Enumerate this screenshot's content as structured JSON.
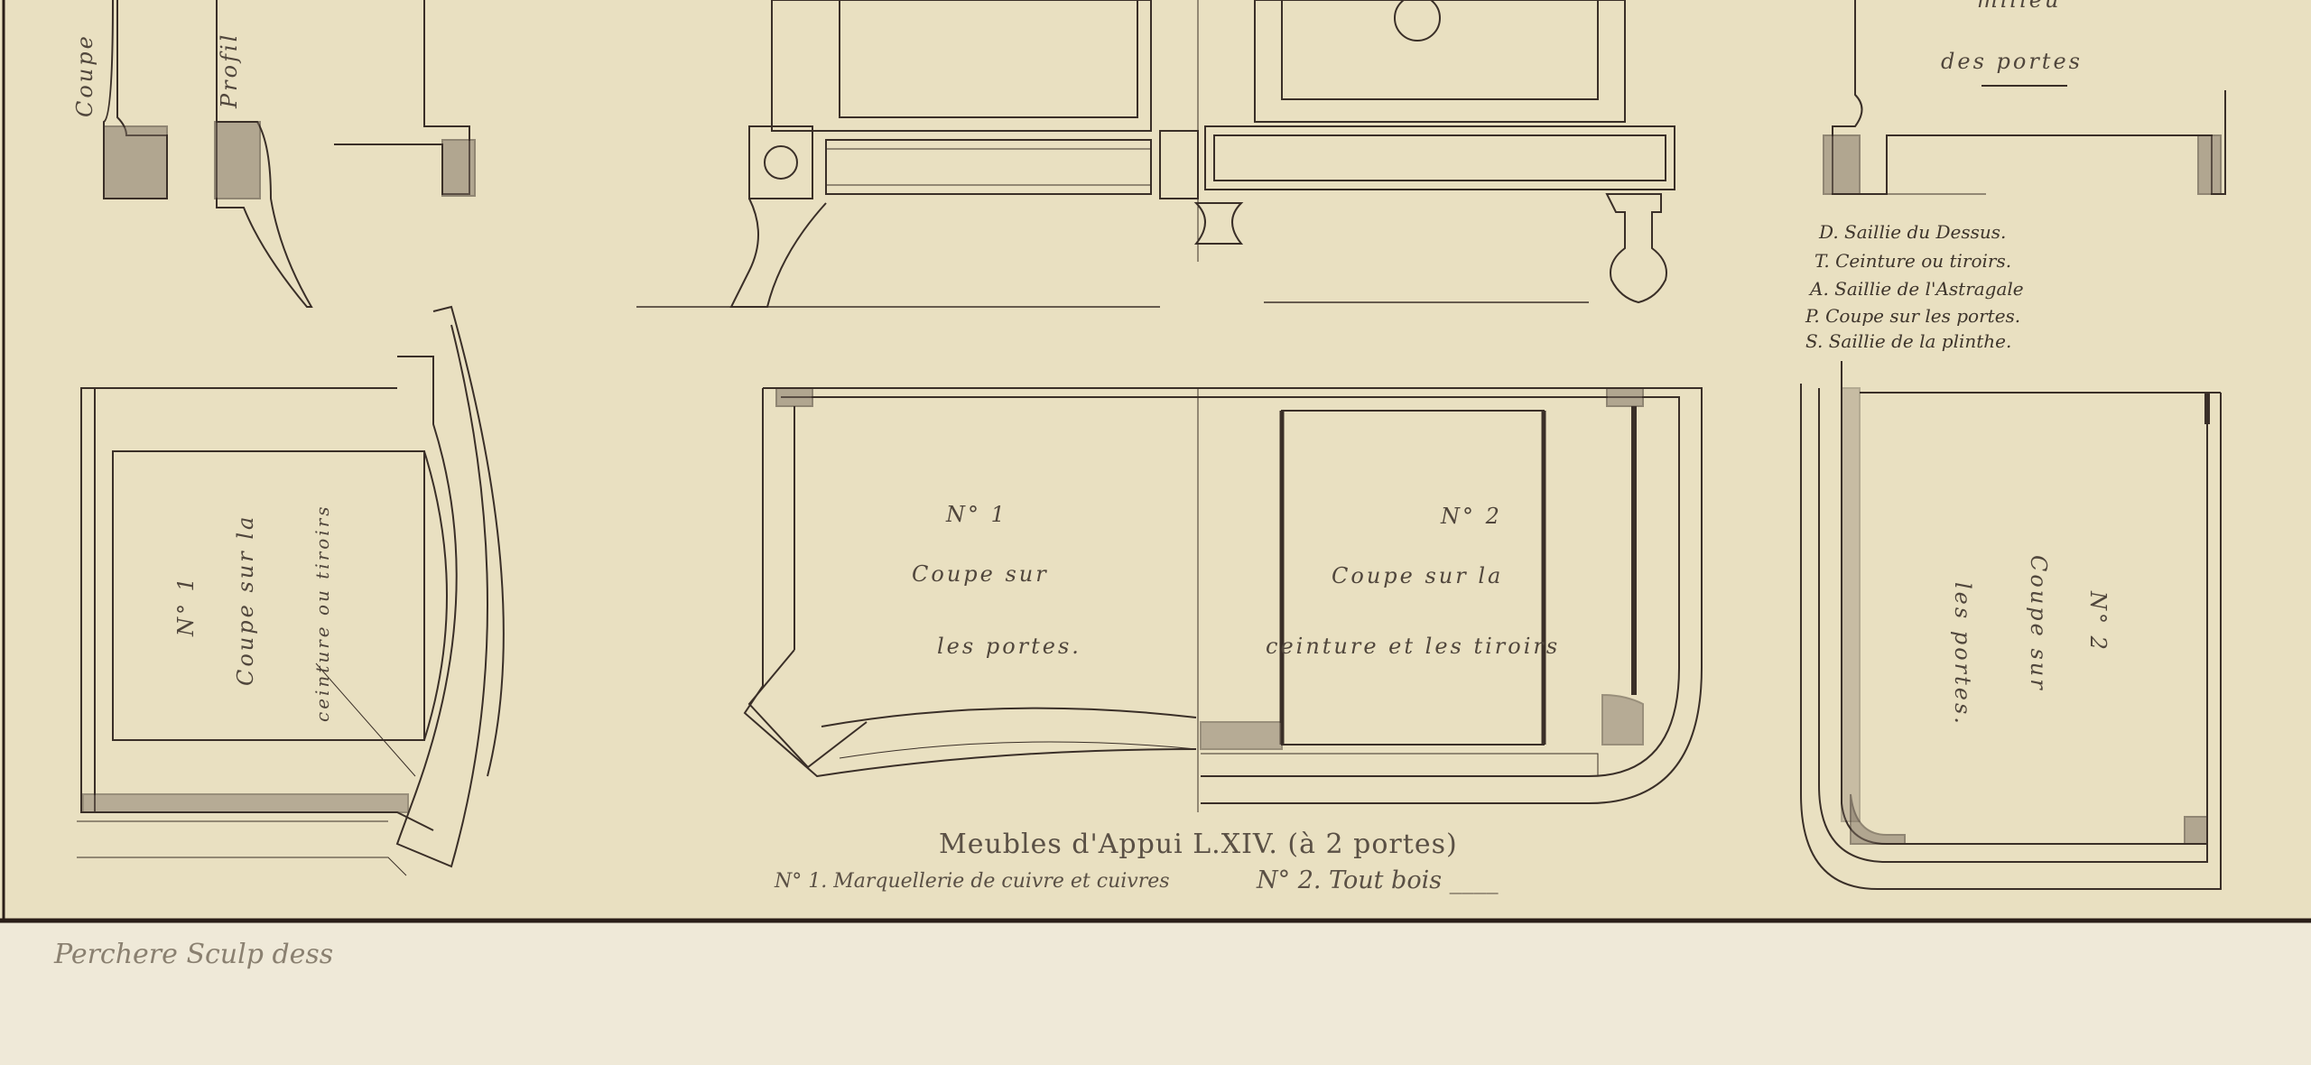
{
  "top_labels": {
    "coupe": "Coupe",
    "profil": "Profil",
    "milieu": "milieu",
    "des_portes": "des portes"
  },
  "legend": [
    "D. Saillie du Dessus.",
    "T. Ceinture ou tiroirs.",
    "A. Saillie de l'Astragale",
    "P. Coupe sur les portes.",
    "S. Saillie de la plinthe."
  ],
  "left_plan": {
    "number": "N° 1",
    "line1": "Coupe sur la",
    "line2": "ceinture ou tiroirs"
  },
  "center_plan": {
    "left": {
      "number": "N° 1",
      "line1": "Coupe sur",
      "line2": "les portes."
    },
    "right": {
      "number": "N° 2",
      "line1": "Coupe sur la",
      "line2": "ceinture et les tiroirs"
    }
  },
  "right_plan": {
    "number": "N° 2",
    "line1": "Coupe sur",
    "line2": "les portes."
  },
  "caption": {
    "title": "Meubles d'Appui L.XIV. (à 2 portes)",
    "sub1": "N° 1. Marquellerie de cuivre et cuivres",
    "sub2": "N° 2. Tout bois ____"
  },
  "signature": "Perchere Sculp dess"
}
